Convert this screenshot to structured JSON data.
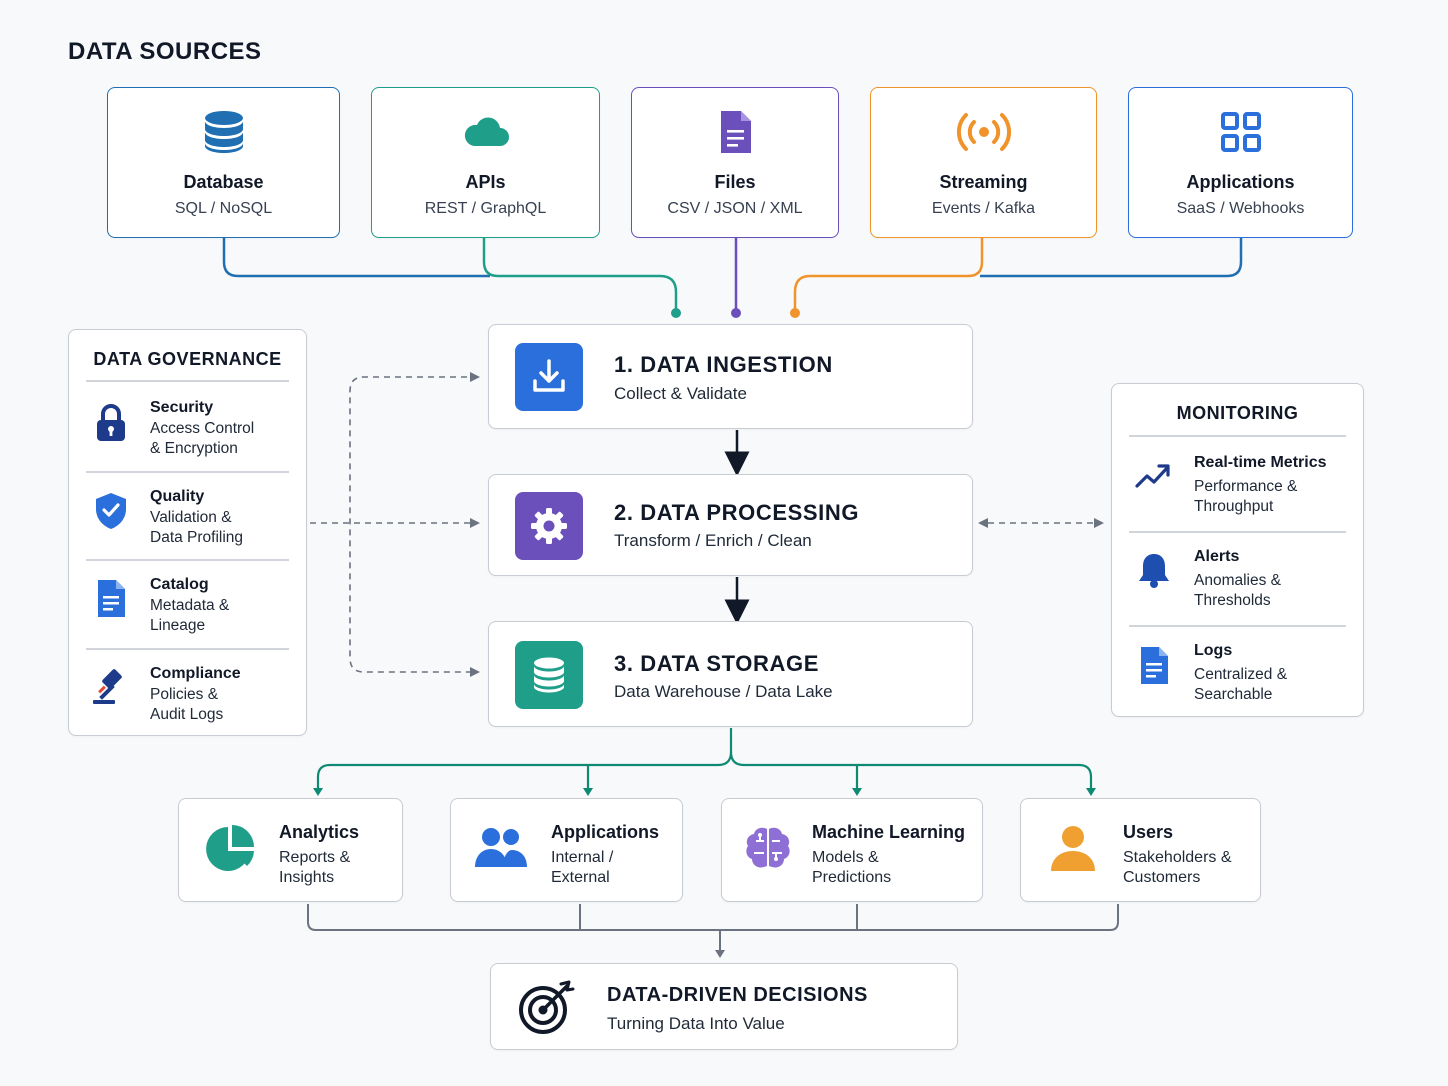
{
  "title": "DATA SOURCES",
  "sources": [
    {
      "label": "Database",
      "sub": "SQL / NoSQL",
      "icon": "database-icon",
      "color": "#1f6fb2"
    },
    {
      "label": "APIs",
      "sub": "REST / GraphQL",
      "icon": "cloud-icon",
      "color": "#1f9e89"
    },
    {
      "label": "Files",
      "sub": "CSV / JSON / XML",
      "icon": "file-icon",
      "color": "#6b4fbb"
    },
    {
      "label": "Streaming",
      "sub": "Events / Kafka",
      "icon": "broadcast-icon",
      "color": "#f0932b"
    },
    {
      "label": "Applications",
      "sub": "SaaS / Webhooks",
      "icon": "grid-icon",
      "color": "#2a6fdb"
    }
  ],
  "governance": {
    "title": "DATA GOVERNANCE",
    "items": [
      {
        "label": "Security",
        "sub": "Access Control\n& Encryption",
        "icon": "lock-icon"
      },
      {
        "label": "Quality",
        "sub": "Validation &\nData Profiling",
        "icon": "shield-check-icon"
      },
      {
        "label": "Catalog",
        "sub": "Metadata &\nLineage",
        "icon": "document-icon"
      },
      {
        "label": "Compliance",
        "sub": "Policies &\nAudit Logs",
        "icon": "gavel-icon"
      }
    ]
  },
  "pipeline": [
    {
      "label": "1.  DATA INGESTION",
      "sub": "Collect & Validate",
      "icon": "download-icon",
      "color": "#2a6fdb"
    },
    {
      "label": "2. DATA PROCESSING",
      "sub": "Transform / Enrich / Clean",
      "icon": "gear-icon",
      "color": "#6b4fbb"
    },
    {
      "label": "3. DATA STORAGE",
      "sub": "Data Warehouse / Data Lake",
      "icon": "database-icon",
      "color": "#1f9e89"
    }
  ],
  "monitoring": {
    "title": "MONITORING",
    "items": [
      {
        "label": "Real-time Metrics",
        "sub": "Performance &\nThroughput",
        "icon": "trend-up-icon"
      },
      {
        "label": "Alerts",
        "sub": "Anomalies &\nThresholds",
        "icon": "bell-icon"
      },
      {
        "label": "Logs",
        "sub": "Centralized &\nSearchable",
        "icon": "document-icon"
      }
    ]
  },
  "consumers": [
    {
      "label": "Analytics",
      "sub": "Reports &\nInsights",
      "icon": "pie-chart-icon",
      "color": "#1f9e89"
    },
    {
      "label": "Applications",
      "sub": "Internal /\nExternal",
      "icon": "users-icon",
      "color": "#2a6fdb"
    },
    {
      "label": "Machine Learning",
      "sub": "Models &\nPredictions",
      "icon": "brain-icon",
      "color": "#8e6fd6"
    },
    {
      "label": "Users",
      "sub": "Stakeholders &\nCustomers",
      "icon": "person-icon",
      "color": "#f0a030"
    }
  ],
  "outcome": {
    "label": "DATA-DRIVEN DECISIONS",
    "sub": "Turning Data Into Value",
    "icon": "target-icon"
  }
}
